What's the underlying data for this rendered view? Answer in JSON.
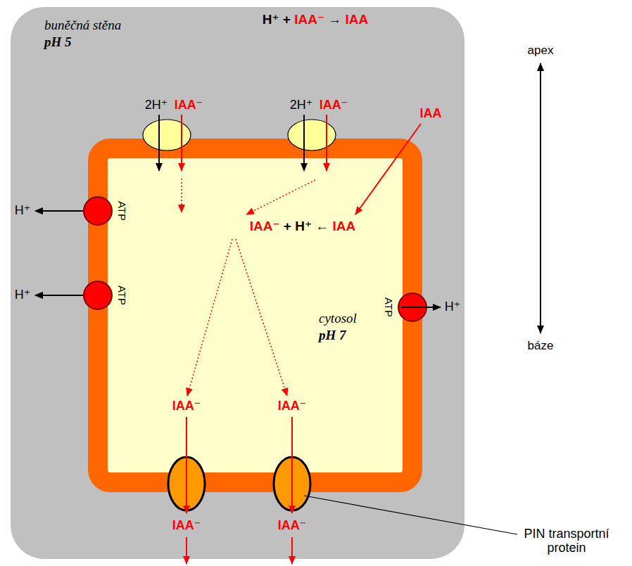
{
  "diagram": {
    "nodes": [
      {
        "text": [
          "buněčná stěna",
          "pH 5"
        ]
      },
      {
        "text": [
          "cytosol",
          "pH 7"
        ],
        "in": 0
      }
    ],
    "labels": [
      "H⁺ + IAA⁻ → IAA",
      "2H⁺",
      "IAA⁻",
      "2H⁺",
      "IAA⁻",
      "IAA",
      "apex",
      "H⁺",
      "ATP",
      "IAA⁻ + H⁺ ← IAA",
      "ATP",
      "H⁺",
      "H⁺",
      "ATP",
      "báze",
      "IAA⁻",
      "IAA⁻",
      "IAA⁻",
      "IAA⁻",
      "PIN transportní protein"
    ]
  }
}
